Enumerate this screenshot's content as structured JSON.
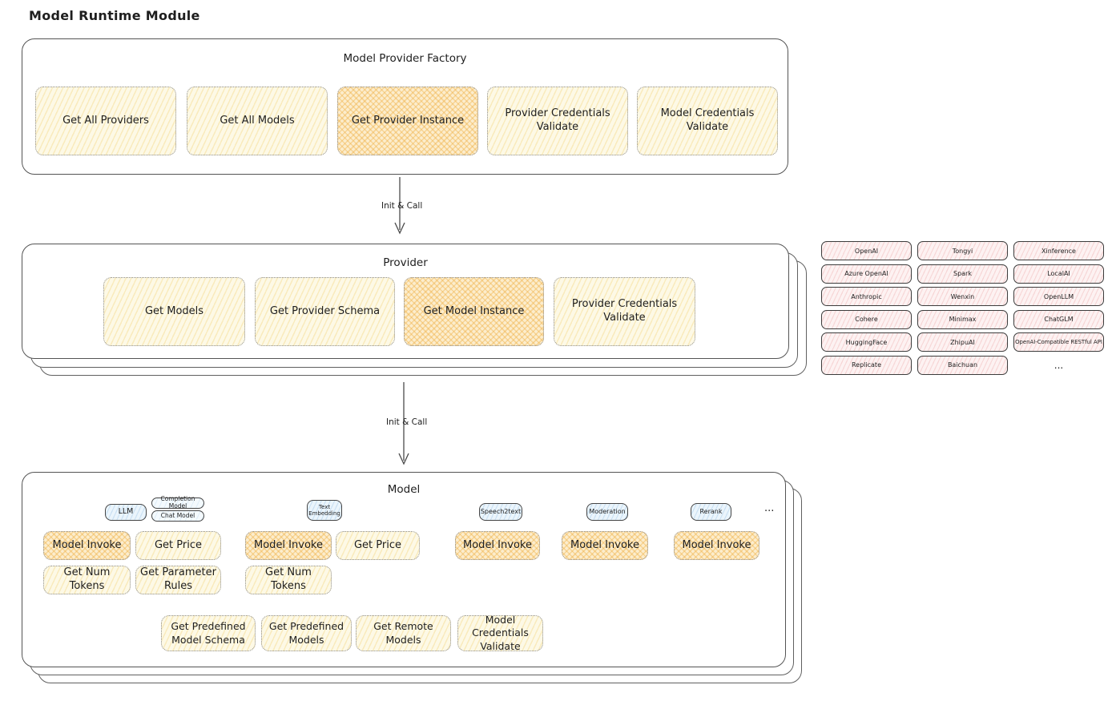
{
  "title": "Model Runtime Module",
  "arrows": {
    "label": "Init & Call"
  },
  "factory": {
    "title": "Model Provider Factory",
    "buttons": [
      "Get All Providers",
      "Get All Models",
      "Get Provider Instance",
      "Provider Credentials Validate",
      "Model Credentials Validate"
    ]
  },
  "provider": {
    "title": "Provider",
    "buttons": [
      "Get Models",
      "Get Provider Schema",
      "Get Model Instance",
      "Provider Credentials Validate"
    ]
  },
  "providers": {
    "items": [
      "OpenAI",
      "Tongyi",
      "Xinference",
      "Azure OpenAI",
      "Spark",
      "LocalAI",
      "Anthropic",
      "Wenxin",
      "OpenLLM",
      "Cohere",
      "Minimax",
      "ChatGLM",
      "HuggingFace",
      "ZhipuAI",
      "OpenAI-Compatible RESTful API",
      "Replicate",
      "Baichuan"
    ],
    "more": "..."
  },
  "model": {
    "title": "Model",
    "tags": {
      "llm": "LLM",
      "completion": "Completion Model",
      "chat": "Chat Model",
      "embedding": "Text Embedding",
      "speech": "Speech2text",
      "moderation": "Moderation",
      "rerank": "Rerank"
    },
    "buttons": {
      "model_invoke": "Model Invoke",
      "get_price": "Get Price",
      "get_num_tokens": "Get Num Tokens",
      "get_parameter_rules": "Get Parameter Rules"
    },
    "more": "...",
    "bottom": [
      "Get Predefined Model Schema",
      "Get Predefined Models",
      "Get Remote Models",
      "Model Credentials Validate"
    ]
  },
  "colors": {
    "node_yellow": "#fdf9e6",
    "node_orange": "#fcedcd",
    "provider_pink": "#fdf2f2",
    "tag_blue": "#ebf5fc",
    "border": "#545454"
  }
}
